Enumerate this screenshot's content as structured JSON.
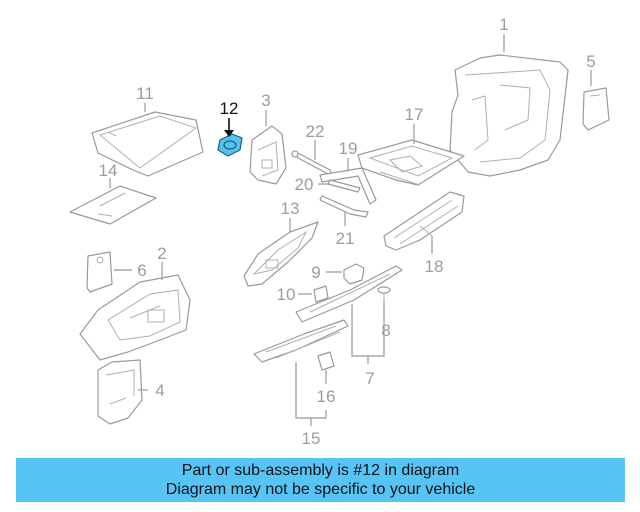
{
  "diagram": {
    "callouts": [
      "1",
      "2",
      "3",
      "4",
      "5",
      "6",
      "7",
      "8",
      "9",
      "10",
      "11",
      "12",
      "13",
      "14",
      "15",
      "16",
      "17",
      "18",
      "19",
      "20",
      "21",
      "22"
    ],
    "highlighted": "12",
    "colors": {
      "highlight": "#54c2ef",
      "banner": "#56c5f6",
      "line": "#9a9a9a"
    }
  },
  "banner": {
    "line1": "Part or sub-assembly is #12 in diagram",
    "line2": "Diagram may not be specific to your vehicle"
  }
}
